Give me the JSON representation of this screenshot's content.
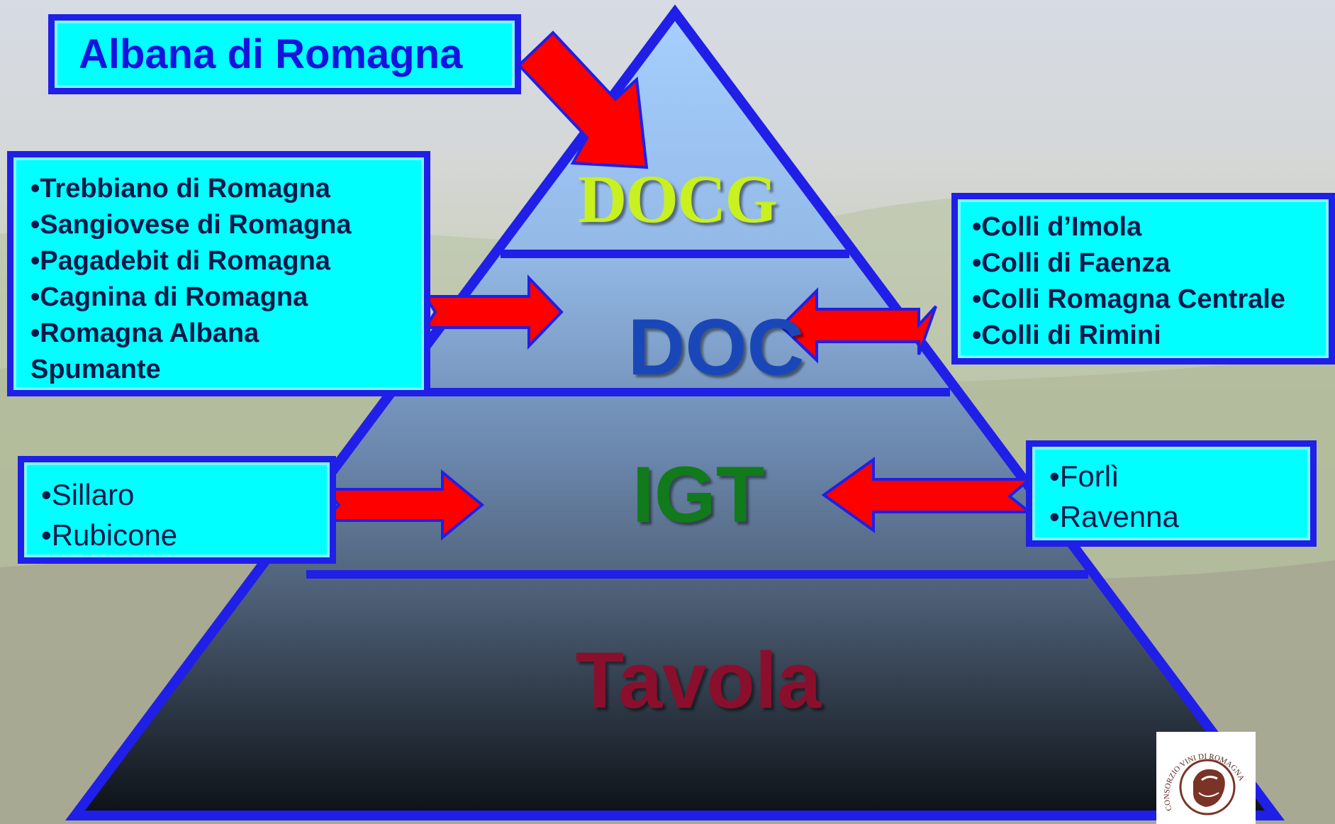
{
  "pyramid": {
    "tiers": [
      {
        "label": "DOCG"
      },
      {
        "label": "DOC"
      },
      {
        "label": "IGT"
      },
      {
        "label": "Tavola"
      }
    ]
  },
  "callouts": {
    "docg": {
      "title": "Albana di Romagna"
    },
    "doc_left": {
      "items": [
        "•Trebbiano di Romagna",
        "•Sangiovese di Romagna",
        "•Pagadebit di Romagna",
        "•Cagnina di Romagna",
        "•Romagna Albana Spumante"
      ]
    },
    "doc_right": {
      "items": [
        "•Colli d’Imola",
        "•Colli di Faenza",
        "•Colli Romagna Centrale",
        "•Colli di Rimini"
      ]
    },
    "igt_left": {
      "items": [
        "•Sillaro",
        "•Rubicone"
      ]
    },
    "igt_right": {
      "items": [
        "•Forlì",
        "•Ravenna"
      ]
    }
  },
  "logo": {
    "text": "CONSORZIO VINI DI ROMAGNA"
  },
  "colors": {
    "pyramid_border": "#1f1fe8",
    "callout_fill": "#00ffff",
    "arrow_fill": "#ff0000",
    "docg_text": "#c9f01f",
    "doc_text": "#1a47b8",
    "igt_text": "#117a1b",
    "tavola_text": "#8a0f2c"
  }
}
